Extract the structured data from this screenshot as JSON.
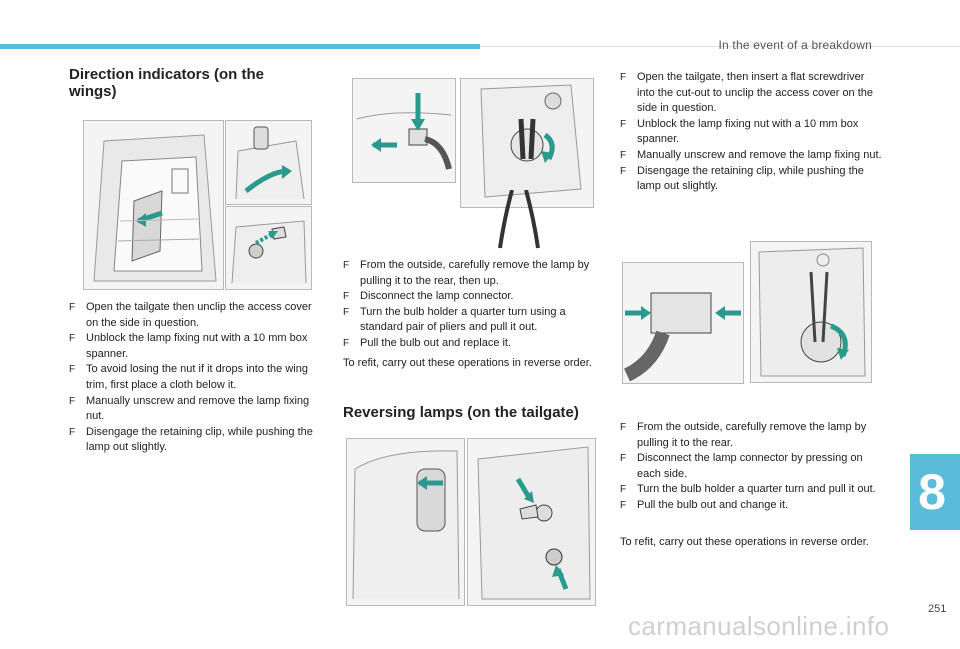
{
  "header": {
    "section_title": "In the event of a breakdown"
  },
  "direction_indicators": {
    "heading": "Direction indicators (on the wings)",
    "steps": [
      "Open the tailgate then unclip the access cover on the side in question.",
      "Unblock the lamp fixing nut with a 10 mm box spanner.",
      "To avoid losing the nut if it drops into the wing trim, first place a cloth below it.",
      "Manually unscrew and remove the lamp fixing nut.",
      "Disengage the retaining clip, while pushing the lamp out slightly."
    ]
  },
  "middle": {
    "steps": [
      "From the outside, carefully remove the lamp by pulling it to the rear, then up.",
      "Disconnect the lamp connector.",
      "Turn the bulb holder a quarter turn using a standard pair of pliers and pull it out.",
      "Pull the bulb out and replace it."
    ],
    "refit": "To refit, carry out these operations in reverse order."
  },
  "reversing_lamps": {
    "heading": "Reversing lamps (on the tailgate)"
  },
  "right_column": {
    "steps_top": [
      "Open the tailgate, then insert a flat screwdriver into the cut-out to unclip the access cover on the side in question.",
      "Unblock the lamp fixing nut with a 10 mm box spanner.",
      "Manually unscrew and remove the lamp fixing nut.",
      "Disengage the retaining clip, while pushing the lamp out slightly."
    ],
    "steps_bottom": [
      "From the outside, carefully remove the lamp by pulling it to the rear.",
      "Disconnect the lamp connector by pressing on each side.",
      "Turn the bulb holder a quarter turn and pull it out.",
      "Pull the bulb out and change it."
    ],
    "refit": "To refit, carry out these operations in reverse order."
  },
  "bullet_marker": "F",
  "chapter_number": "8",
  "page_number": "251",
  "watermark": "carmanualsonline.info",
  "colors": {
    "accent": "#5bbcd9",
    "arrow": "#2a9a8e"
  }
}
